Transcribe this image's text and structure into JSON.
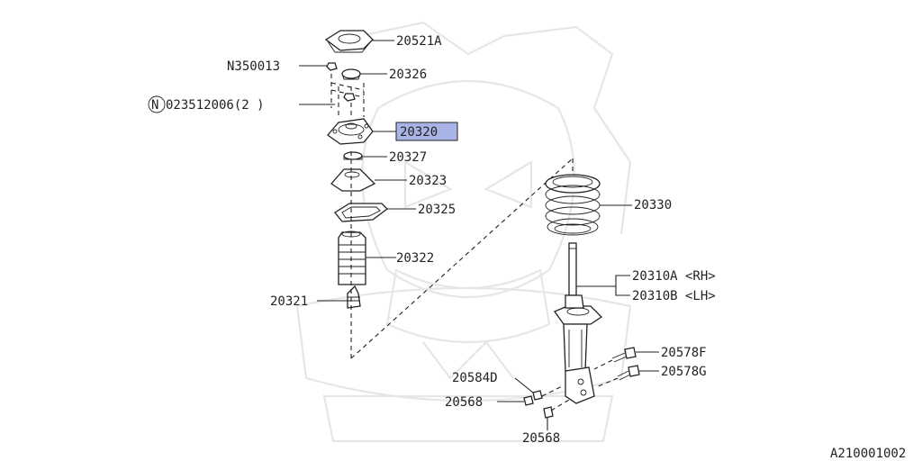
{
  "diagram_code": "A210001002",
  "highlight_color": "#a9b4e6",
  "watermark": "subaru-samurai-watermark",
  "parts": {
    "mount_cap": "20521A",
    "nut_upper": "N350013",
    "washer": "20326",
    "nut_circled_prefix": "N",
    "nut_circled": "023512006(2 )",
    "strut_mount": "20320",
    "spacer": "20327",
    "spring_seat_upper": "20323",
    "spring_rubber_seat": "20325",
    "dust_boot": "20322",
    "bump_stopper": "20321",
    "coil_spring": "20330",
    "strut_rh": "20310A <RH>",
    "strut_lh": "20310B <LH>",
    "bolt_f": "20578F",
    "bolt_g": "20578G",
    "nut_d": "20584D",
    "nut_left": "20568",
    "nut_bottom": "20568"
  }
}
